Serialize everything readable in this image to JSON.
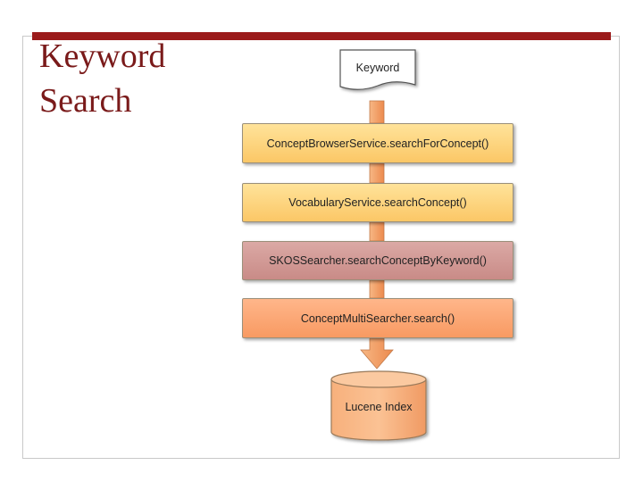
{
  "slide": {
    "title_line1": "Keyword",
    "title_line2": "Search"
  },
  "diagram": {
    "input_document": "Keyword",
    "steps": [
      "ConceptBrowserService.searchForConcept()",
      "VocabularyService.searchConcept()",
      "SKOSSearcher.searchConceptByKeyword()",
      "ConceptMultiSearcher.search()"
    ],
    "index": "Lucene Index"
  },
  "colors": {
    "title": "#7a1a1a",
    "title_bar": "#9b1b1b",
    "step_yellow": "#fbc766",
    "step_mauve": "#c98b87",
    "step_orange": "#f89a62",
    "arrow": "#f5a467"
  }
}
